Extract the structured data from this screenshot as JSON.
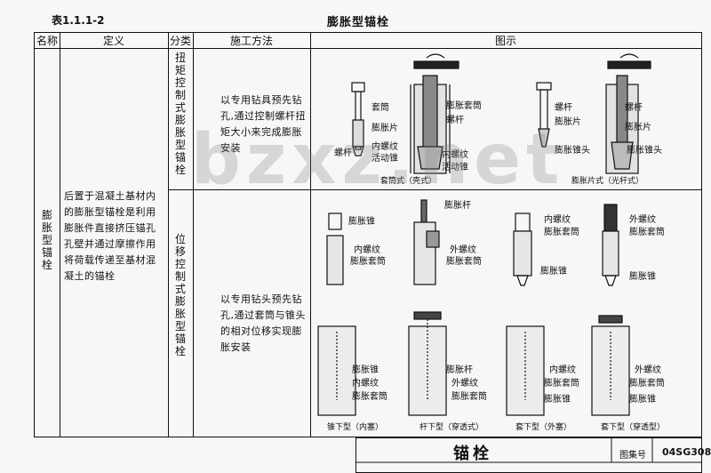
{
  "table_no": "表1.1.1-2",
  "table_title": "膨胀型锚栓",
  "headers": {
    "name": "名称",
    "definition": "定义",
    "category": "分类",
    "method": "施工方法",
    "figure": "图示"
  },
  "name": "膨胀型锚栓",
  "definition": "后置于混凝土基材内的膨胀型锚栓是利用膨胀件直接挤压锚孔孔壁并通过摩擦作用将荷载传递至基材混凝土的锚栓",
  "rows": [
    {
      "category": "扭矩控制式膨胀型锚栓",
      "method": "以专用钻具预先钻孔,通过控制螺杆扭矩大小来完成膨胀安装"
    },
    {
      "category": "位移控制式膨胀型锚栓",
      "method": "以专用钻头预先钻孔,通过套筒与锥头的相对位移实现膨胀安装"
    }
  ],
  "figure_labels": {
    "r1": [
      "套筒",
      "螺杆",
      "膨胀片",
      "内螺纹",
      "活动锥",
      "膨胀套筒",
      "螺杆",
      "内螺纹",
      "活动锥",
      "螺杆",
      "膨胀片",
      "螺杆",
      "膨胀片",
      "膨胀锥头",
      "膨胀锥头"
    ],
    "r1_captions": [
      "套筒式（壳式）",
      "膨胀片式（光杆式）"
    ],
    "r2_top": [
      "膨胀锥",
      "内螺纹",
      "膨胀套筒",
      "膨胀杆",
      "外螺纹",
      "膨胀套筒",
      "内螺纹",
      "膨胀套筒",
      "膨胀锥",
      "外螺纹",
      "膨胀套筒",
      "膨胀锥"
    ],
    "r2_bottom": [
      "膨胀锥",
      "内螺纹",
      "膨胀套筒",
      "膨胀杆",
      "外螺纹",
      "膨胀套筒",
      "内螺纹",
      "膨胀套筒",
      "膨胀锥",
      "外螺纹",
      "膨胀套筒",
      "膨胀锥"
    ],
    "r2_captions": [
      "锥下型（内塞）",
      "杆下型（穿透式）",
      "套下型（外塞）",
      "套下型（穿透型）"
    ]
  },
  "title_block": {
    "title": "锚栓",
    "label": "图集号",
    "number": "04SG308"
  },
  "watermark": "bzxz.net"
}
